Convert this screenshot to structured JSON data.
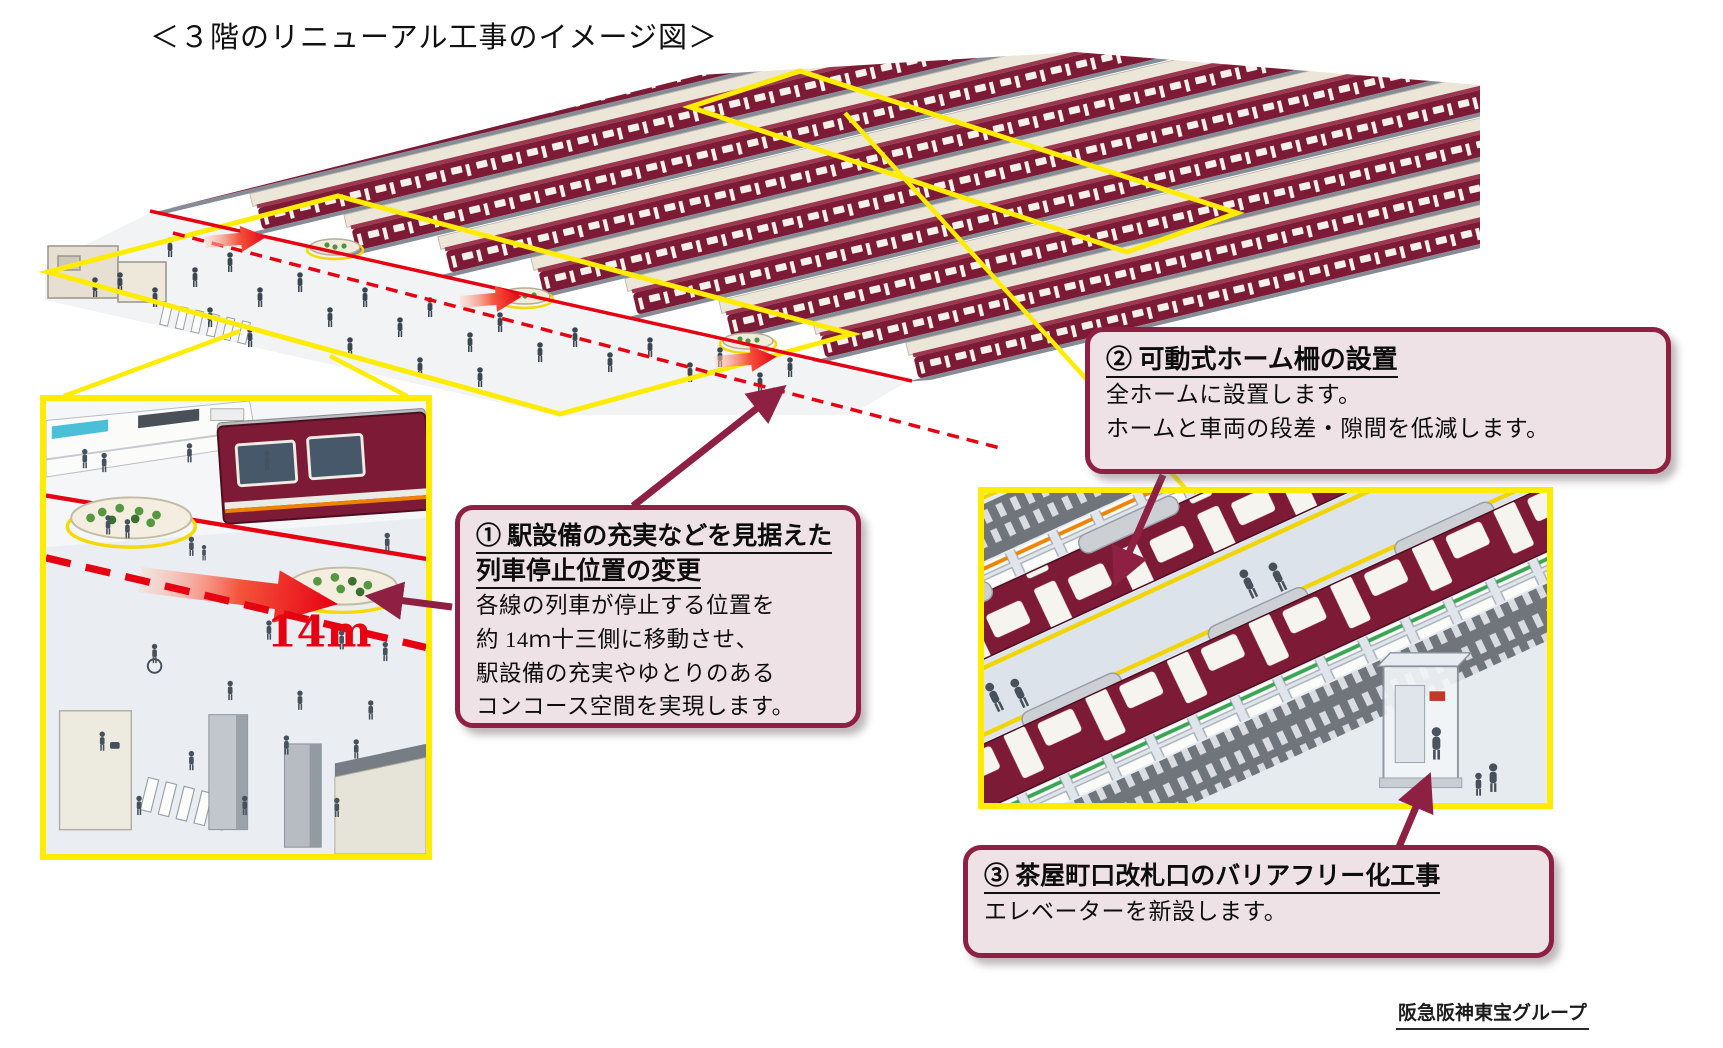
{
  "title": "＜３階のリニューアル工事のイメージ図＞",
  "callouts": {
    "c1": {
      "heading_line1": "① 駅設備の充実などを見据えた",
      "heading_line2": "列車停止位置の変更",
      "body": [
        "各線の列車が停止する位置を",
        "約 14ｍ十三側に移動させ、",
        "駅設備の充実やゆとりのある",
        "コンコース空間を実現します。"
      ]
    },
    "c2": {
      "heading": "② 可動式ホーム柵の設置",
      "body": [
        "全ホームに設置します。",
        "ホームと車両の段差・隙間を低減します。"
      ]
    },
    "c3": {
      "heading": "③ 茶屋町口改札口のバリアフリー化工事",
      "body": [
        "エレベーターを新設します。"
      ]
    }
  },
  "inset_labels": {
    "distance": "14m"
  },
  "footer": {
    "group_logo": "阪急阪神東宝グループ"
  },
  "colors": {
    "callout_border_maroon": "#8e2044",
    "train_maroon": "#7d1a35",
    "highlight_yellow": "#ffec00",
    "accent_red": "#e60012",
    "callout_bg": "#efe2e7"
  }
}
